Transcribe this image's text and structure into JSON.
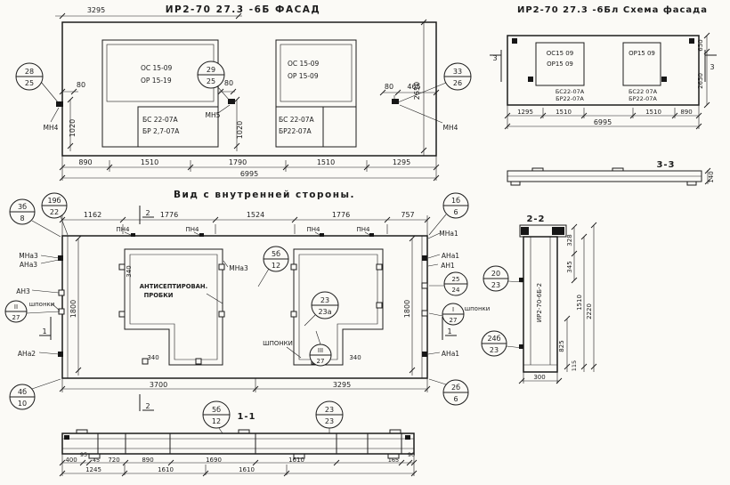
{
  "facade": {
    "title": "ИР2-70 27.3 -6Б  ФАСАД",
    "dim_top": "3295",
    "win1": {
      "a": "ОС 15-09",
      "b": "ОР 15-19",
      "c": "БС 22-07А",
      "d": "БР 2,7-07А"
    },
    "win2": {
      "a": "ОС 15-09",
      "b": "ОР 15-09",
      "c": "БС 22-07А",
      "d": "БР22-07А"
    },
    "mn4l": "МН4",
    "mn5": "МН5",
    "mn4r": "МН4",
    "d80l": "80",
    "d1020l": "1020",
    "d80m": "80",
    "d1020m": "1020",
    "d80r": "80",
    "d465": "465",
    "d2650": "2650",
    "bottom": [
      "890",
      "1510",
      "1790",
      "1510",
      "1295"
    ],
    "total": "6995"
  },
  "schema": {
    "title": "ИР2-70 27.3 -6Бл Схема фасада",
    "w1a": "ОС15 09",
    "w1b": "ОР15 09",
    "w2a": "ОР15 09",
    "b1a": "БС22-07А",
    "b1b": "БР22-07А",
    "b2a": "БС22 07А",
    "b2b": "БР22-07А",
    "m3": "3",
    "bottom": [
      "1295",
      "1510",
      "1510",
      "890"
    ],
    "total": "6995",
    "d650": "650",
    "d2650": "2650",
    "sec": "3-3",
    "d140": "140"
  },
  "inner": {
    "title": "Вид с внутренней стороны.",
    "top": [
      "1162",
      "1776",
      "1524",
      "1776",
      "757"
    ],
    "pn4": "ПН4",
    "m2": "2",
    "m1": "1",
    "mna3": "МНа3",
    "ana3": "АНа3",
    "an3": "АН3",
    "shp_l": "шпонки",
    "ana2": "АНа2",
    "mna1": "МНа1",
    "ana1": "АНа1",
    "an1": "АН1",
    "shp_r": "шпонки",
    "ana1b": "АНа1",
    "mna3c": "МНа3",
    "note1": "АНТИСЕПТИРОВАН.",
    "note2": "ПРОБКИ",
    "shp_caps": "ШПОНКИ",
    "d340a": "340",
    "d340b": "340",
    "d340c": "340",
    "d1800l": "1800",
    "d1800r": "1800",
    "bottom": [
      "3700",
      "3295"
    ]
  },
  "sec22": {
    "title": "2-2",
    "stamp": "ИР2-70-6Б-2",
    "d328": "328",
    "d345": "345",
    "d1510": "1510",
    "d2220": "2220",
    "d825": "825",
    "d115": "115",
    "d300": "300"
  },
  "sec11": {
    "label": "1-1",
    "row1": [
      "400",
      "95",
      "45",
      "720",
      "890",
      "1690",
      "1610",
      "165",
      "90"
    ],
    "row2": [
      "1245",
      "1610",
      "1610"
    ]
  },
  "callouts": {
    "c28": {
      "t": "28",
      "b": "25"
    },
    "c29": {
      "t": "29",
      "b": "25"
    },
    "c33": {
      "t": "33",
      "b": "26"
    },
    "c3b": {
      "t": "3б",
      "b": "8"
    },
    "c19b": {
      "t": "19б",
      "b": "22"
    },
    "c1b": {
      "t": "1б",
      "b": "6"
    },
    "c5b1": {
      "t": "5б",
      "b": "12"
    },
    "c23a": {
      "t": "23",
      "b": "23а"
    },
    "cII": {
      "t": "II",
      "b": "27"
    },
    "cI": {
      "t": "I",
      "b": "27"
    },
    "cIII": {
      "t": "III",
      "b": "27"
    },
    "c25": {
      "t": "25",
      "b": "24"
    },
    "c4b": {
      "t": "4б",
      "b": "10"
    },
    "c2b": {
      "t": "2б",
      "b": "6"
    },
    "c5b2": {
      "t": "5б",
      "b": "12"
    },
    "c23": {
      "t": "23",
      "b": "23"
    },
    "c20": {
      "t": "20",
      "b": "23"
    },
    "c24b": {
      "t": "24б",
      "b": "23"
    }
  }
}
